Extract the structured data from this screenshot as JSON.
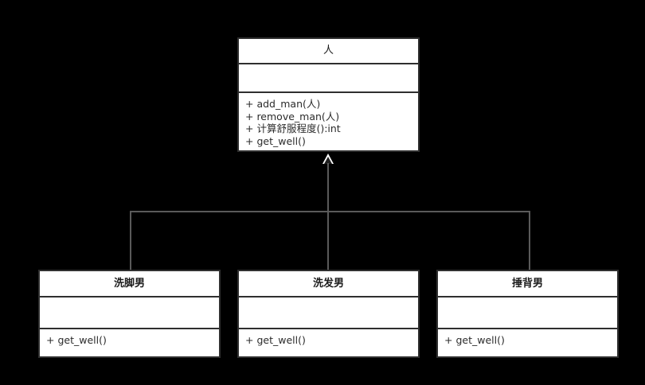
{
  "diagram": {
    "type": "uml-class-diagram",
    "background_color": "#000000",
    "box_fill": "#ffffff",
    "box_border_color": "#2f2f2f",
    "connector_color": "#5a5a5a",
    "relationship": "generalization"
  },
  "parent": {
    "name": "人",
    "attributes": [],
    "operations": [
      "+ add_man(人)",
      "+ remove_man(人)",
      "+ 计算舒服程度():int",
      "+ get_well()"
    ]
  },
  "children": [
    {
      "name": "洗脚男",
      "attributes": [],
      "operations": [
        "+ get_well()"
      ]
    },
    {
      "name": "洗发男",
      "attributes": [],
      "operations": [
        "+ get_well()"
      ]
    },
    {
      "name": "捶背男",
      "attributes": [],
      "operations": [
        "+ get_well()"
      ]
    }
  ]
}
